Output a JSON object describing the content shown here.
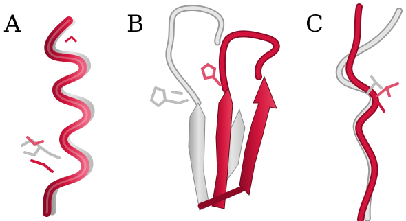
{
  "figure": {
    "panels": [
      {
        "label": "A",
        "content": "alpha-helix-overlay"
      },
      {
        "label": "B",
        "content": "beta-hairpin-overlay"
      },
      {
        "label": "C",
        "content": "coil-strand-overlay"
      }
    ],
    "colors": {
      "ribbon_red": "#d2143c",
      "ribbon_red_dark": "#8c0a26",
      "ribbon_red_light": "#f06a88",
      "ribbon_grey": "#d8d8d8",
      "ribbon_grey_dark": "#9a9a9a",
      "sidechain_grey": "#bdbdbd",
      "sidechain_red": "#e0506c",
      "background": "#ffffff"
    }
  }
}
